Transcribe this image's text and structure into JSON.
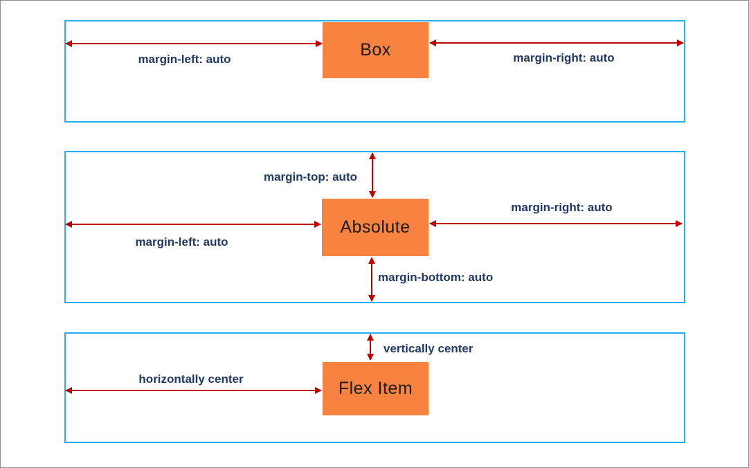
{
  "colors": {
    "panel_border": "#22b0ef",
    "box_fill": "#f8823f",
    "arrow": "#c00000",
    "label_text": "#1f3864",
    "box_text": "#1c1c1c",
    "page_border": "#8e8e8e"
  },
  "panels": {
    "static": {
      "box_label": "Box",
      "margin_left": "margin-left: auto",
      "margin_right": "margin-right: auto"
    },
    "absolute": {
      "box_label": "Absolute",
      "margin_top": "margin-top: auto",
      "margin_left": "margin-left: auto",
      "margin_right": "margin-right: auto",
      "margin_bottom": "margin-bottom: auto"
    },
    "flex": {
      "box_label": "Flex Item",
      "vertical": "vertically center",
      "horizontal": "horizontally center"
    }
  }
}
